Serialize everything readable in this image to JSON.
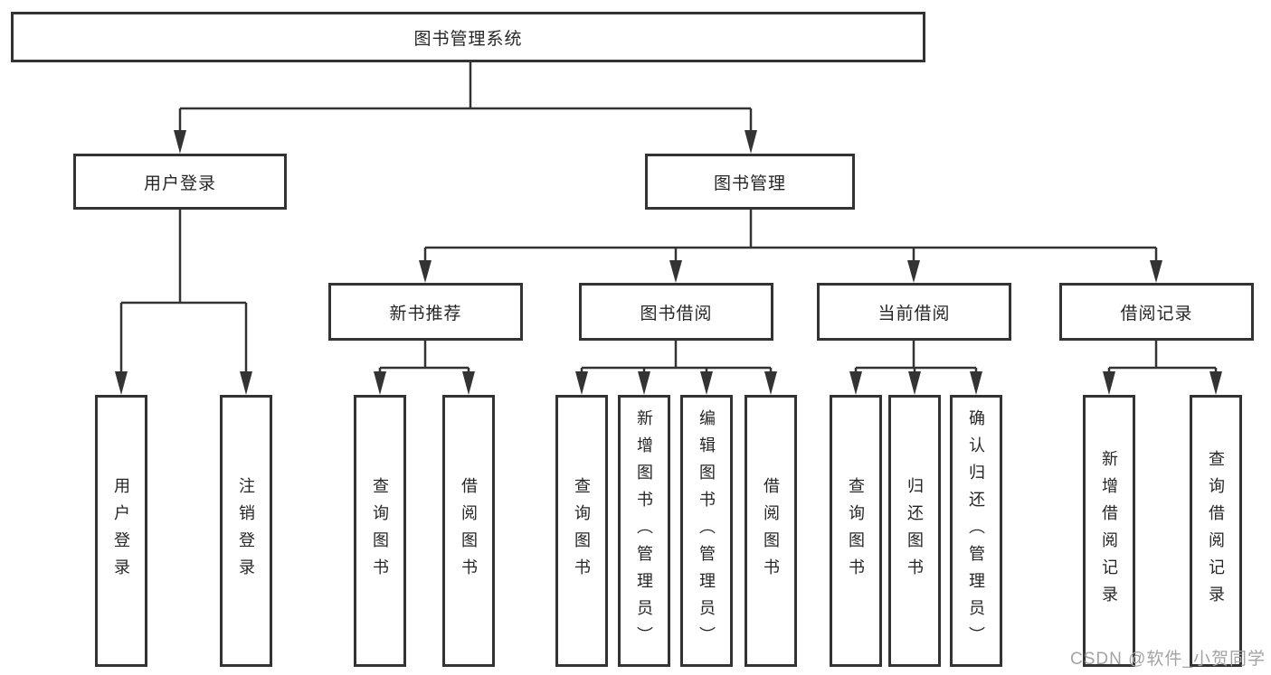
{
  "diagram": {
    "root": {
      "label": "图书管理系统"
    },
    "branches": [
      {
        "label": "用户登录",
        "children": [
          {
            "label": "用户登录"
          },
          {
            "label": "注销登录"
          }
        ]
      },
      {
        "label": "图书管理",
        "children": [
          {
            "label": "新书推荐",
            "children": [
              {
                "label": "查询图书"
              },
              {
                "label": "借阅图书"
              }
            ]
          },
          {
            "label": "图书借阅",
            "children": [
              {
                "label": "查询图书"
              },
              {
                "label": "新增图书（管理员）"
              },
              {
                "label": "编辑图书（管理员）"
              },
              {
                "label": "借阅图书"
              }
            ]
          },
          {
            "label": "当前借阅",
            "children": [
              {
                "label": "查询图书"
              },
              {
                "label": "归还图书"
              },
              {
                "label": "确认归还（管理员）"
              }
            ]
          },
          {
            "label": "借阅记录",
            "children": [
              {
                "label": "新增借阅记录"
              },
              {
                "label": "查询借阅记录"
              }
            ]
          }
        ]
      }
    ]
  },
  "watermark": {
    "text": "CSDN @软件_小贺同学"
  },
  "colors": {
    "line": "#333333",
    "text": "#262626",
    "watermark": "#a3a3a3",
    "background": "#ffffff"
  }
}
